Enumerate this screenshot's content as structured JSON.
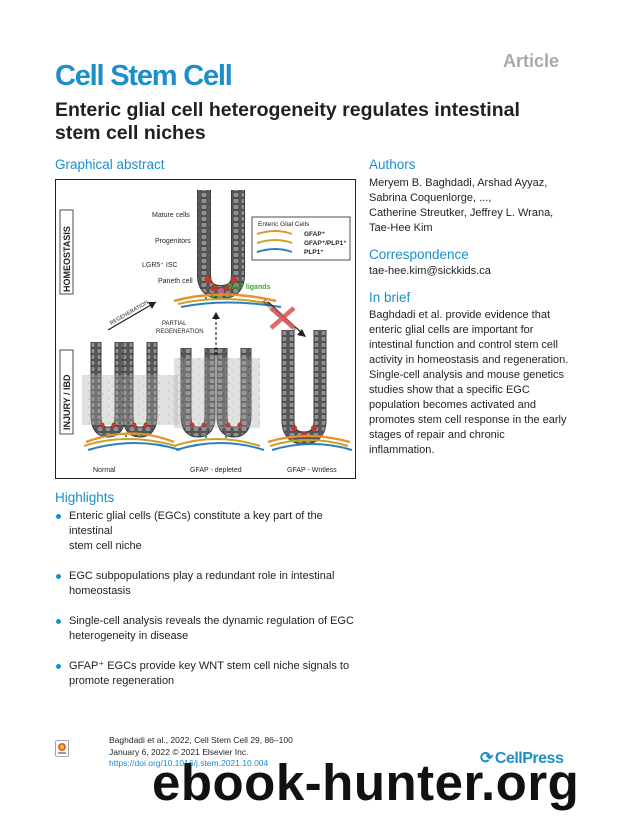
{
  "header": {
    "article_tag": "Article",
    "journal": "Cell Stem Cell",
    "title_line1": "Enteric glial cell heterogeneity regulates intestinal",
    "title_line2": "stem cell niches"
  },
  "graphical_abstract": {
    "heading": "Graphical abstract",
    "labels": {
      "homeostasis": "HOMEOSTASIS",
      "injury_ibd": "INJURY / IBD",
      "mature_cells": "Mature cells",
      "progenitors": "Progenitors",
      "lgr5_isc": "LGR5⁺ ISC",
      "paneth_cell": "Paneth cell",
      "wnt_ligands": "WNT ligands",
      "legend_title": "Enteric Glial Cells",
      "legend_gfap": "GFAP⁺",
      "legend_gfap_plp1": "GFAP⁺/PLP1⁺",
      "legend_plp1": "PLP1⁺",
      "regeneration_left": "REGENERATION",
      "regeneration_right": "REGENERATION",
      "partial_regeneration_1": "PARTIAL",
      "partial_regeneration_2": "REGENERATION",
      "normal": "Normal",
      "gfap_depleted": "GFAP - depleted",
      "gfap_wntless": "GFAP - Wntless"
    },
    "colors": {
      "gfap": "#e8912f",
      "gfap_plp1": "#c9a227",
      "plp1": "#2b7fc1",
      "wnt": "#3aaa35",
      "paneth": "#c0392b"
    }
  },
  "authors": {
    "heading": "Authors",
    "line1": "Meryem B. Baghdadi, Arshad Ayyaz,",
    "line2": "Sabrina Coquenlorge, ...,",
    "line3": "Catherine Streutker, Jeffrey L. Wrana,",
    "line4": "Tae-Hee Kim"
  },
  "correspondence": {
    "heading": "Correspondence",
    "email": "tae-hee.kim@sickkids.ca"
  },
  "in_brief": {
    "heading": "In brief",
    "lines": [
      "Baghdadi et al. provide evidence that",
      "enteric glial cells are important for",
      "intestinal function and control stem cell",
      "activity in homeostasis and regeneration.",
      "Single-cell analysis and mouse genetics",
      "studies show that a specific EGC",
      "population becomes activated and",
      "promotes stem cell response in the early",
      "stages of repair and chronic",
      "inflammation."
    ]
  },
  "highlights": {
    "heading": "Highlights",
    "items": [
      {
        "line1": "Enteric glial cells (EGCs) constitute a key part of the intestinal",
        "line2": "stem cell niche"
      },
      {
        "line1": "EGC subpopulations play a redundant role in intestinal",
        "line2": "homeostasis"
      },
      {
        "line1": "Single-cell analysis reveals the dynamic regulation of EGC",
        "line2": "heterogeneity in disease"
      },
      {
        "line1": "GFAP⁺ EGCs provide key WNT stem cell niche signals to",
        "line2": "promote regeneration"
      }
    ]
  },
  "footer": {
    "citation": "Baghdadi et al., 2022, Cell Stem Cell 29, 86–100",
    "date": "January 6, 2022 © 2021 Elsevier Inc.",
    "doi": "https://doi.org/10.1016/j.stem.2021.10.004",
    "publisher": "CellPress",
    "watermark": "ebook-hunter.org"
  }
}
